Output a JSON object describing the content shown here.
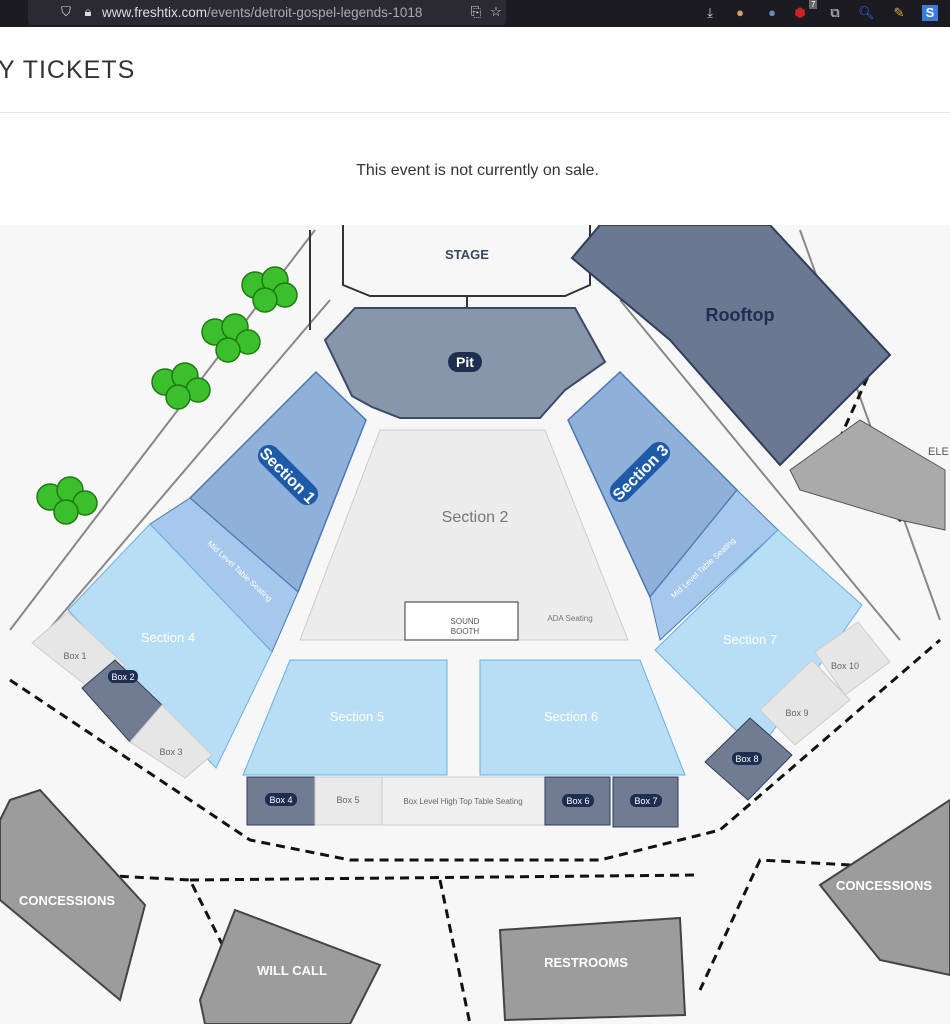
{
  "browser": {
    "url_domain": "www.freshtix.com",
    "url_path": "/events/detroit-gospel-legends-1018",
    "extension_badge": "7"
  },
  "page": {
    "heading": "Y TICKETS",
    "notice": "This event is not currently on sale."
  },
  "map": {
    "stage": "STAGE",
    "pit": "Pit",
    "rooftop": "Rooftop",
    "section1": "Section 1",
    "section2": "Section 2",
    "section3": "Section 3",
    "section4": "Section 4",
    "section5": "Section 5",
    "section6": "Section 6",
    "section7": "Section 7",
    "mid_left": "Mid Level Table Seating",
    "mid_right": "Mid Level Table Seating",
    "sound1": "SOUND",
    "sound2": "BOOTH",
    "ada": "ADA Seating",
    "box1": "Box 1",
    "box2": "Box 2",
    "box3": "Box 3",
    "box4": "Box 4",
    "box5": "Box 5",
    "box6": "Box 6",
    "box7": "Box 7",
    "box8": "Box 8",
    "box9": "Box 9",
    "box10": "Box 10",
    "box_level": "Box Level High Top Table Seating",
    "concessions_left": "CONCESSIONS",
    "concessions_right": "CONCESSIONS",
    "will_call": "WILL CALL",
    "restrooms": "RESTROOMS",
    "elev": "ELE",
    "colors": {
      "dark_section": "#7d8aa0",
      "rooftop": "#6b7891",
      "upper_blue": "#8fb0d9",
      "lower_blue": "#b8def6",
      "box_dark": "#6f7c92",
      "gray_building": "#9c9c9c"
    }
  }
}
